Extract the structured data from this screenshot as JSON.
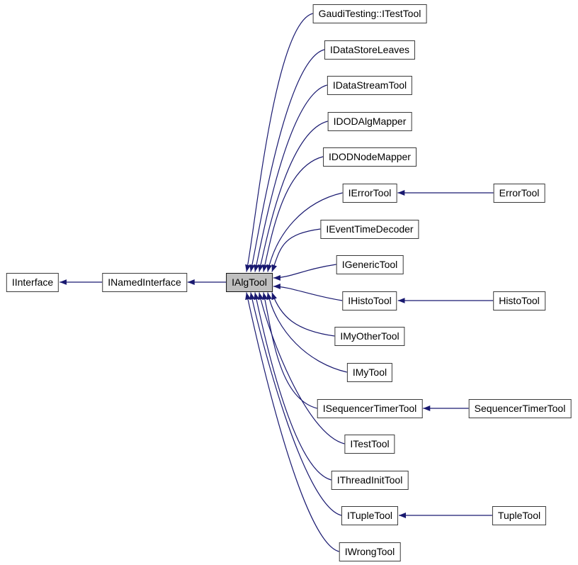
{
  "diagram": {
    "type": "class-inheritance-graph",
    "focus_id": "IAlgTool",
    "colors": {
      "edge": "#191970",
      "node_border": "#3a3a3a",
      "focus_border": "#111111",
      "node_fill": "#ffffff",
      "focus_fill": "#bfbfbf",
      "text": "#000000",
      "background": "#ffffff"
    },
    "base_chain": [
      {
        "id": "IInterface",
        "label": "IInterface"
      },
      {
        "id": "INamedInterface",
        "label": "INamedInterface"
      }
    ],
    "focus": {
      "id": "IAlgTool",
      "label": "IAlgTool"
    },
    "derived": [
      {
        "id": "GaudiTesting::ITestTool",
        "label": "GaudiTesting::ITestTool"
      },
      {
        "id": "IDataStoreLeaves",
        "label": "IDataStoreLeaves"
      },
      {
        "id": "IDataStreamTool",
        "label": "IDataStreamTool"
      },
      {
        "id": "IDODAlgMapper",
        "label": "IDODAlgMapper"
      },
      {
        "id": "IDODNodeMapper",
        "label": "IDODNodeMapper"
      },
      {
        "id": "IErrorTool",
        "label": "IErrorTool"
      },
      {
        "id": "IEventTimeDecoder",
        "label": "IEventTimeDecoder"
      },
      {
        "id": "IGenericTool",
        "label": "IGenericTool"
      },
      {
        "id": "IHistoTool",
        "label": "IHistoTool"
      },
      {
        "id": "IMyOtherTool",
        "label": "IMyOtherTool"
      },
      {
        "id": "IMyTool",
        "label": "IMyTool"
      },
      {
        "id": "ISequencerTimerTool",
        "label": "ISequencerTimerTool"
      },
      {
        "id": "ITestTool",
        "label": "ITestTool"
      },
      {
        "id": "IThreadInitTool",
        "label": "IThreadInitTool"
      },
      {
        "id": "ITupleTool",
        "label": "ITupleTool"
      },
      {
        "id": "IWrongTool",
        "label": "IWrongTool"
      }
    ],
    "implementations": [
      {
        "id": "ErrorTool",
        "label": "ErrorTool",
        "implements": "IErrorTool"
      },
      {
        "id": "HistoTool",
        "label": "HistoTool",
        "implements": "IHistoTool"
      },
      {
        "id": "SequencerTimerTool",
        "label": "SequencerTimerTool",
        "implements": "ISequencerTimerTool"
      },
      {
        "id": "TupleTool",
        "label": "TupleTool",
        "implements": "ITupleTool"
      }
    ],
    "edges": [
      {
        "from": "INamedInterface",
        "to": "IInterface"
      },
      {
        "from": "IAlgTool",
        "to": "INamedInterface"
      },
      {
        "from": "GaudiTesting::ITestTool",
        "to": "IAlgTool"
      },
      {
        "from": "IDataStoreLeaves",
        "to": "IAlgTool"
      },
      {
        "from": "IDataStreamTool",
        "to": "IAlgTool"
      },
      {
        "from": "IDODAlgMapper",
        "to": "IAlgTool"
      },
      {
        "from": "IDODNodeMapper",
        "to": "IAlgTool"
      },
      {
        "from": "IErrorTool",
        "to": "IAlgTool"
      },
      {
        "from": "IEventTimeDecoder",
        "to": "IAlgTool"
      },
      {
        "from": "IGenericTool",
        "to": "IAlgTool"
      },
      {
        "from": "IHistoTool",
        "to": "IAlgTool"
      },
      {
        "from": "IMyOtherTool",
        "to": "IAlgTool"
      },
      {
        "from": "IMyTool",
        "to": "IAlgTool"
      },
      {
        "from": "ISequencerTimerTool",
        "to": "IAlgTool"
      },
      {
        "from": "ITestTool",
        "to": "IAlgTool"
      },
      {
        "from": "IThreadInitTool",
        "to": "IAlgTool"
      },
      {
        "from": "ITupleTool",
        "to": "IAlgTool"
      },
      {
        "from": "IWrongTool",
        "to": "IAlgTool"
      },
      {
        "from": "ErrorTool",
        "to": "IErrorTool"
      },
      {
        "from": "HistoTool",
        "to": "IHistoTool"
      },
      {
        "from": "SequencerTimerTool",
        "to": "ISequencerTimerTool"
      },
      {
        "from": "TupleTool",
        "to": "ITupleTool"
      }
    ]
  }
}
